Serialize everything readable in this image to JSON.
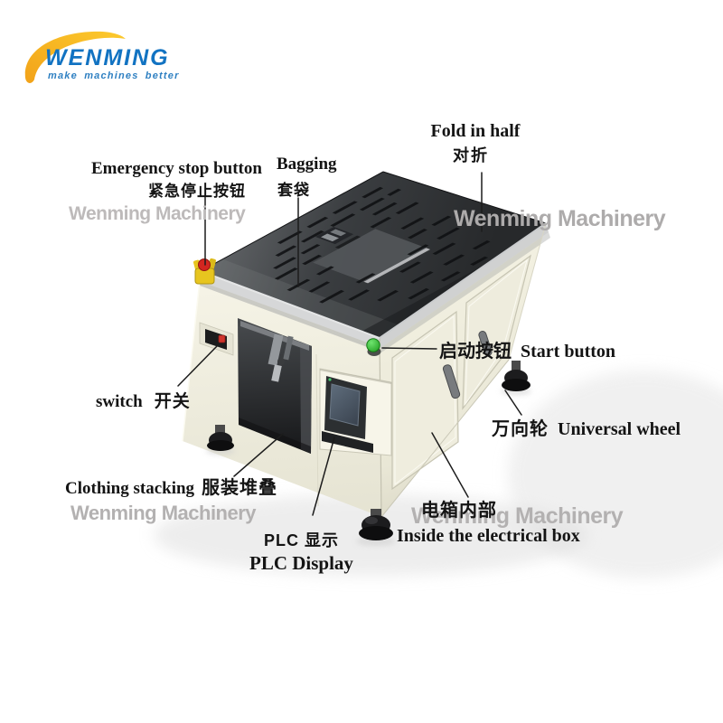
{
  "logo": {
    "brand": "WENMING",
    "tagline": "make machines better",
    "brand_color": "#1273c2",
    "swoosh_color": "#f5b31e"
  },
  "watermark": {
    "text": "Wenming Machinery",
    "color": "#b3b1b1"
  },
  "annotations": {
    "fold_in_half": {
      "en": "Fold in half",
      "zh": "对折"
    },
    "emergency_stop": {
      "en": "Emergency stop button",
      "zh": "紧急停止按钮"
    },
    "bagging": {
      "en": "Bagging",
      "zh": "套袋"
    },
    "start_button": {
      "en": "Start button",
      "zh": "启动按钮"
    },
    "power_switch": {
      "en": "switch",
      "zh": "开关"
    },
    "universal_wheel": {
      "en": "Universal wheel",
      "zh": "万向轮"
    },
    "clothing_stacking": {
      "en": "Clothing stacking",
      "zh": "服装堆叠"
    },
    "plc_display": {
      "en": "PLC Display",
      "zh": "PLC 显示"
    },
    "electrical_box": {
      "en": "Inside the electrical box",
      "zh": "电箱内部"
    }
  },
  "machine": {
    "colors": {
      "body_cream": "#f1efe0",
      "top_charcoal": "#3a3d40",
      "estop_red": "#d22620",
      "estop_yellow": "#e7c51f",
      "start_green": "#2fb92f",
      "switch_red": "#d0342c",
      "feet_black": "#1c1c1e"
    }
  }
}
